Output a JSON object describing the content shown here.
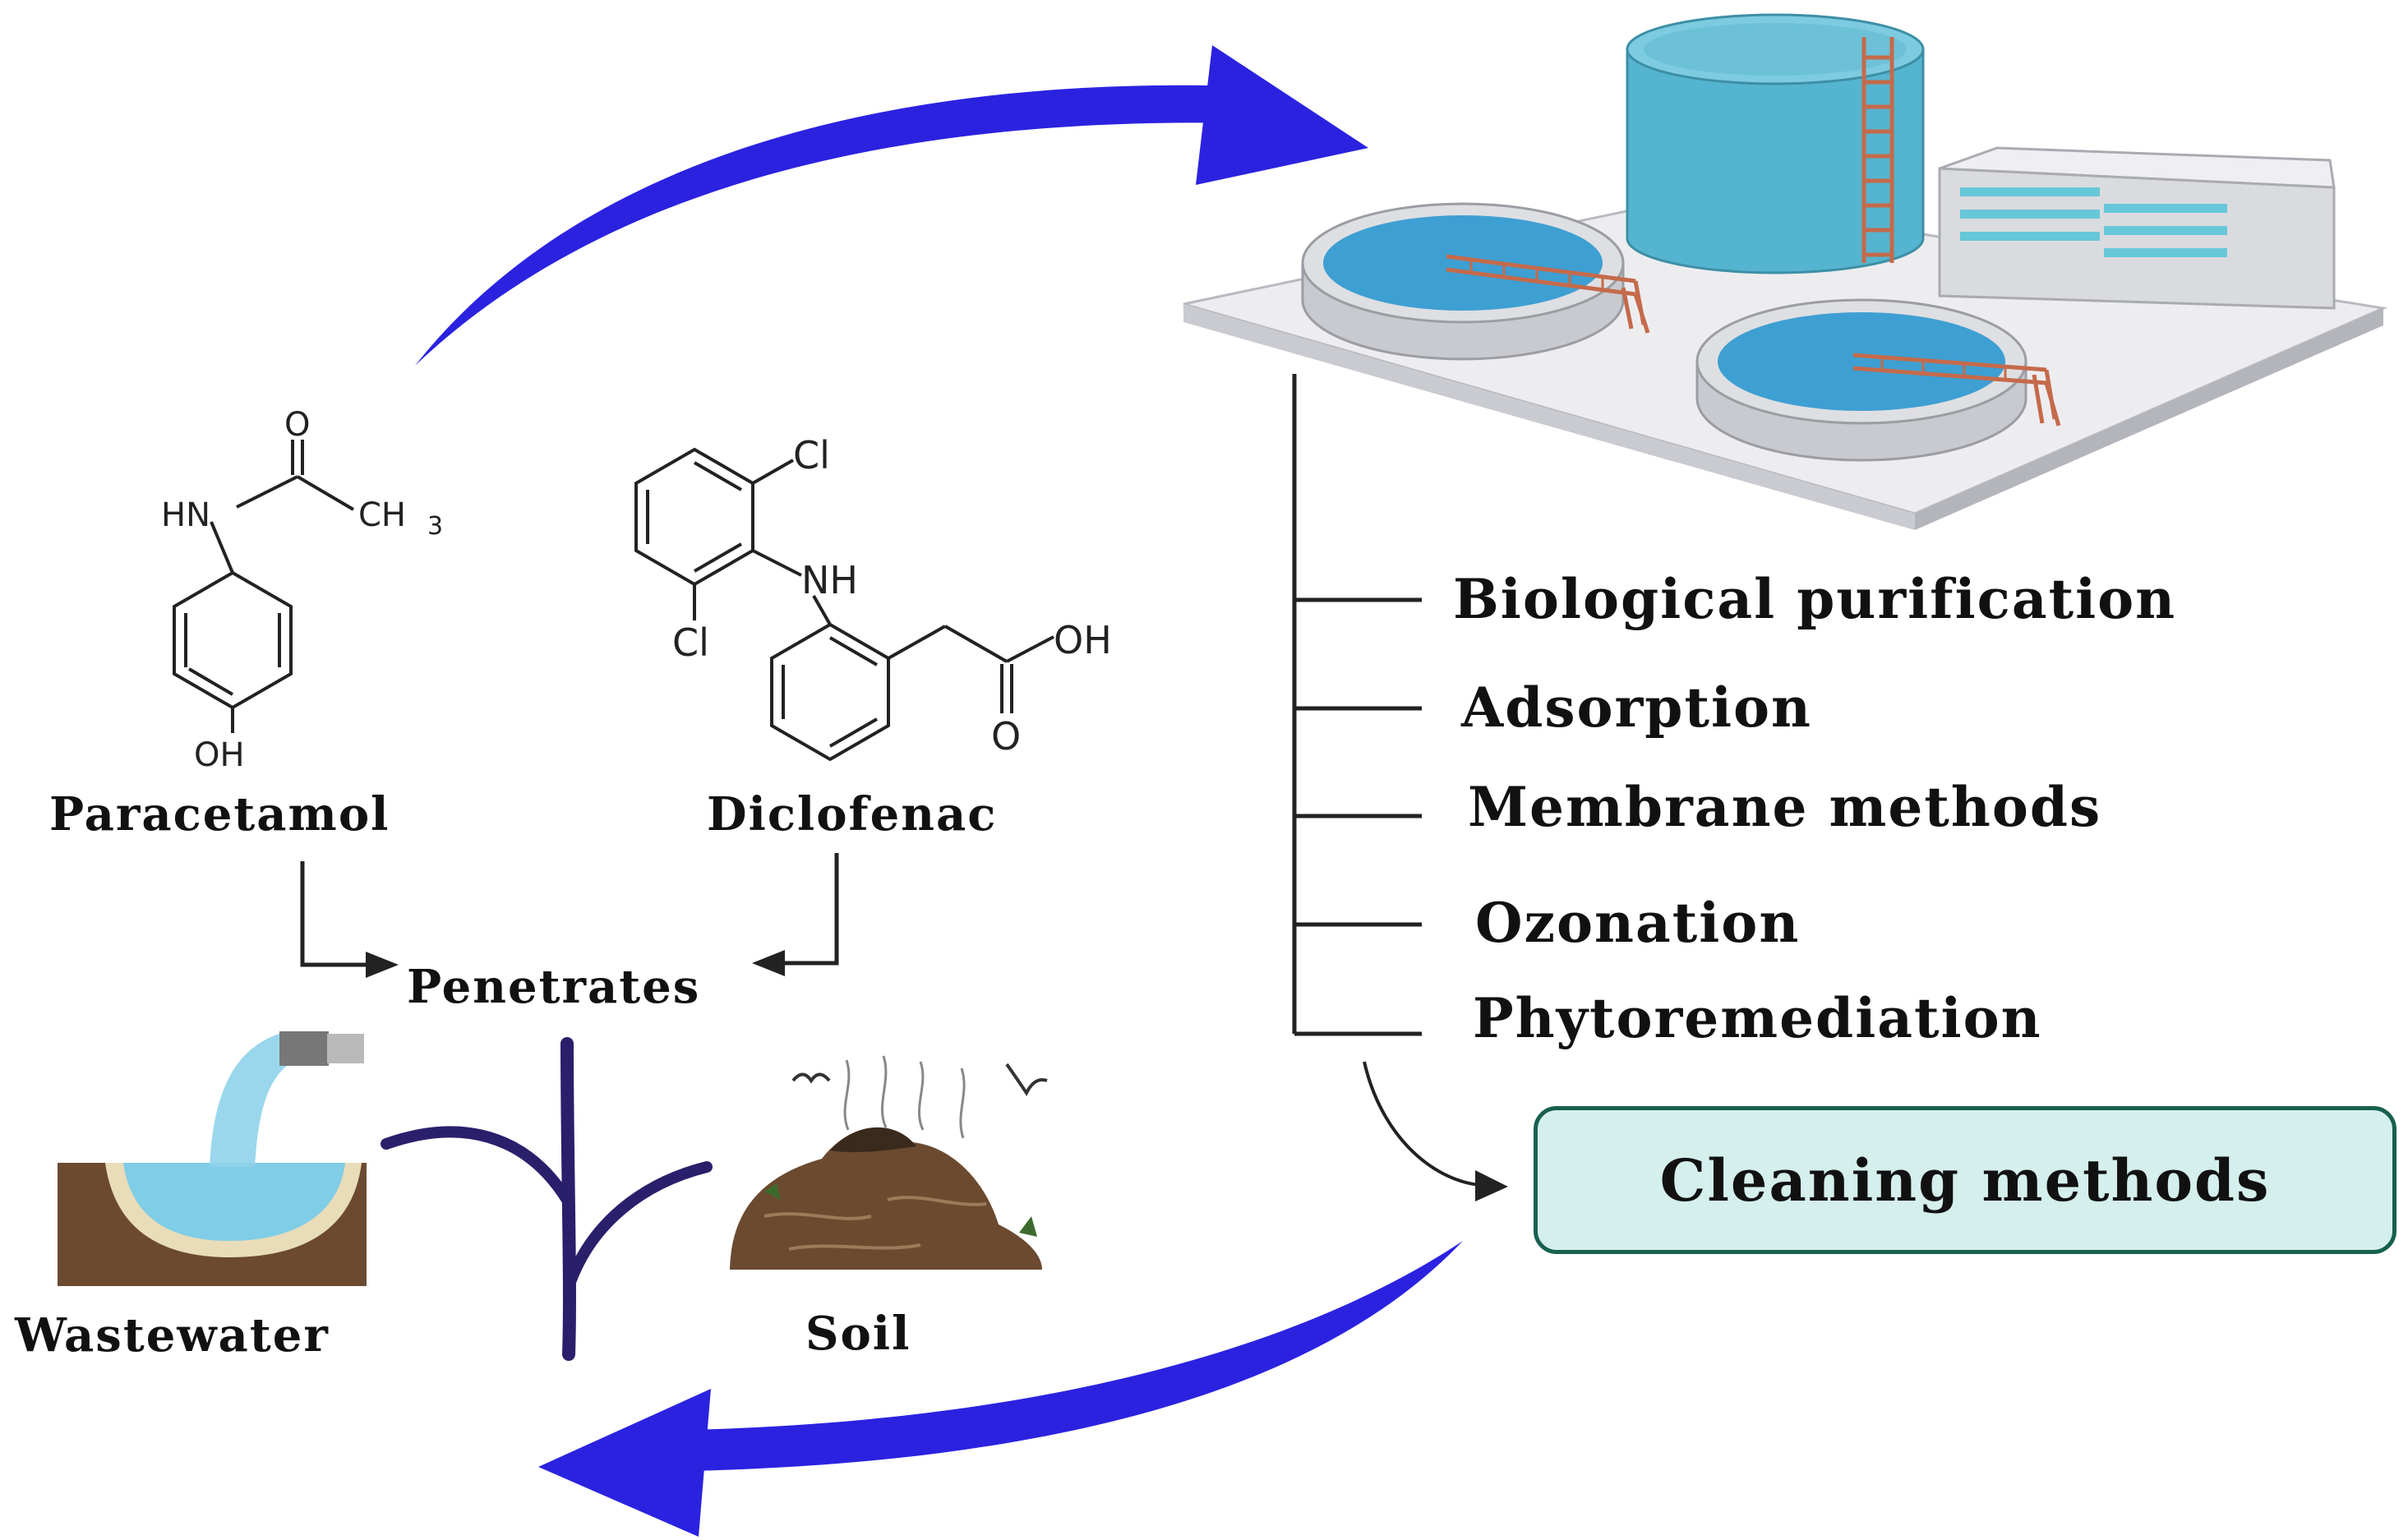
{
  "molecules": {
    "paracetamol": {
      "name": "Paracetamol",
      "atoms": {
        "o": "O",
        "hn": "HN",
        "ch": "CH",
        "three": "3",
        "oh": "OH"
      }
    },
    "diclofenac": {
      "name": "Diclofenac",
      "atoms": {
        "cl_top": "Cl",
        "nh": "NH",
        "cl_left": "Cl",
        "oh": "OH",
        "o": "O"
      }
    }
  },
  "flow": {
    "penetrates": "Penetrates",
    "wastewater": "Wastewater",
    "soil": "Soil"
  },
  "methods": {
    "items": [
      "Biological purification",
      "Adsorption",
      "Membrane methods",
      "Ozonation",
      "Phytoremediation"
    ],
    "box_label": "Cleaning methods"
  },
  "colors": {
    "cycle_arrow": "#2b22e0",
    "branch": "#2a1f6b",
    "box_fill": "#d4efec",
    "box_border": "#17604f",
    "water": "#4aa7d6",
    "tank": "#55b4cf",
    "soil": "#6b4a30",
    "platform": "#e9eaec",
    "walkway": "#c56a4a"
  }
}
